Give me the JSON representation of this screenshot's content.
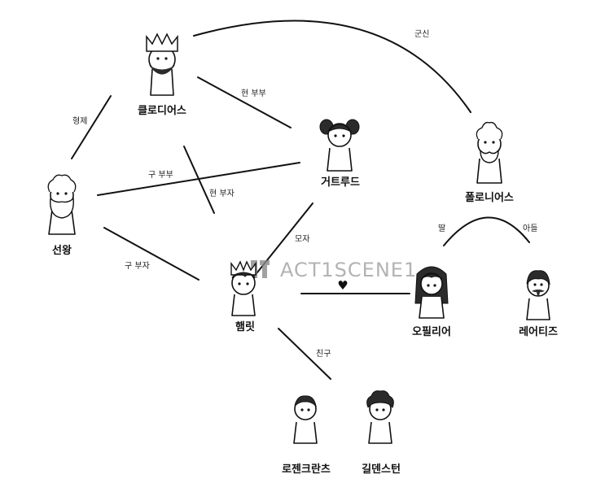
{
  "characters": {
    "claudius": "클로디어스",
    "gertrude": "거트루드",
    "polonius": "폴로니어스",
    "old_king": "선왕",
    "hamlet": "햄릿",
    "ophelia": "오필리어",
    "laertes": "레어티즈",
    "rosencrantz": "로젠크란츠",
    "guildenstern": "길덴스턴"
  },
  "relations": {
    "claudius_polonius": "군신",
    "claudius_gertrude": "현 부부",
    "claudius_oldking": "형제",
    "oldking_gertrude": "구 부부",
    "claudius_hamlet": "현 부자",
    "gertrude_hamlet": "모자",
    "oldking_hamlet": "구 부자",
    "hamlet_ophelia": "♥",
    "polonius_ophelia": "딸",
    "polonius_laertes": "아들",
    "hamlet_friends": "친구"
  },
  "watermark": "ACT1SCENE1"
}
